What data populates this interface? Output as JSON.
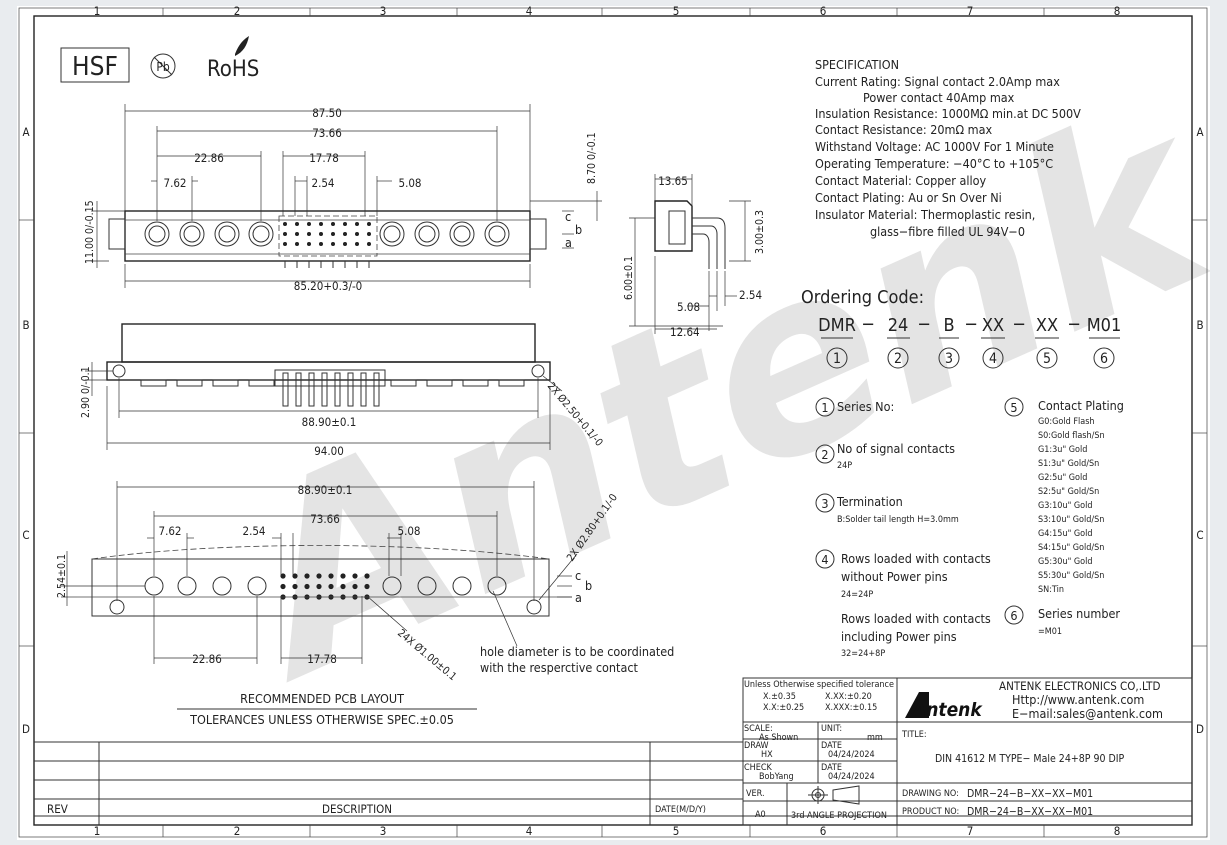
{
  "frame": {
    "columns": [
      "1",
      "2",
      "3",
      "4",
      "5",
      "6",
      "7",
      "8"
    ],
    "rows": [
      "A",
      "B",
      "C",
      "D"
    ]
  },
  "badges": {
    "hsf": "HSF",
    "pb": "Pb",
    "rohs": "RoHS"
  },
  "watermark": "Antenk",
  "top_view": {
    "dims": [
      "87.50",
      "73.66",
      "22.86",
      "17.78",
      "7.62",
      "2.54",
      "5.08",
      "85.20+0.3/-0",
      "11.00 0/-0.15",
      "8.70 0/-0.1"
    ],
    "row_labels": [
      "c",
      "b",
      "a"
    ]
  },
  "side_view": {
    "dims": [
      "13.65",
      "3.00±0.3",
      "6.00±0.1",
      "2.54",
      "5.08",
      "12.64"
    ]
  },
  "front_view": {
    "dims": [
      "2.90 0/-0.1",
      "88.90±0.1",
      "94.00",
      "2X Ø2.50+0.1/-0"
    ]
  },
  "pcb_view": {
    "dims": [
      "88.90±0.1",
      "73.66",
      "7.62",
      "2.54",
      "5.08",
      "2.54±0.1",
      "22.86",
      "17.78",
      "24X Ø1.00±0.1",
      "2X Ø2.80+0.1/-0"
    ],
    "row_labels": [
      "c",
      "b",
      "a"
    ],
    "note": [
      "hole diameter is to be coordinated",
      "with the resperctive contact"
    ],
    "title": "RECOMMENDED PCB LAYOUT",
    "tolerance": "TOLERANCES UNLESS OTHERWISE SPEC.±0.05"
  },
  "specification": {
    "title": "SPECIFICATION",
    "lines": [
      "Current Rating: Signal contact 2.0Amp max",
      "Power contact 40Amp max",
      "Insulation Resistance: 1000MΩ min.at DC 500V",
      "Contact Resistance: 20mΩ max",
      "Withstand Voltage: AC 1000V For 1 Minute",
      "Operating Temperature: −40°C to +105°C",
      "Contact Material: Copper alloy",
      "Contact Plating: Au or Sn Over Ni",
      "Insulator Material: Thermoplastic resin,",
      "glass−fibre filled UL 94V−0"
    ]
  },
  "ordering": {
    "title": "Ordering Code:",
    "parts": [
      "DMR",
      "24",
      "B",
      "XX",
      "XX",
      "M01"
    ],
    "numbers": [
      "1",
      "2",
      "3",
      "4",
      "5",
      "6"
    ],
    "items": {
      "series": {
        "num": "1",
        "title": "Series No:"
      },
      "signal": {
        "num": "2",
        "title": "No of signal contacts",
        "value": "24P"
      },
      "termination": {
        "num": "3",
        "title": "Termination",
        "value": "B:Solder tail length H=3.0mm"
      },
      "rows": {
        "num": "4",
        "title": [
          "Rows loaded with contacts",
          "without Power pins"
        ],
        "value": "24=24P",
        "title2": [
          "Rows loaded with contacts",
          "including Power pins"
        ],
        "value2": "32=24+8P"
      },
      "plating": {
        "num": "5",
        "title": "Contact Plating",
        "options": [
          "G0:Gold Flash",
          "S0:Gold flash/Sn",
          "G1:3u\" Gold",
          "S1:3u\" Gold/Sn",
          "G2:5u\" Gold",
          "S2:5u\" Gold/Sn",
          "G3:10u\" Gold",
          "S3:10u\" Gold/Sn",
          "G4:15u\" Gold",
          "S4:15u\" Gold/Sn",
          "G5:30u\" Gold",
          "S5:30u\" Gold/Sn",
          "SN:Tin"
        ]
      },
      "series_number": {
        "num": "6",
        "title": "Series number",
        "value": "=M01"
      }
    }
  },
  "title_block": {
    "tolerance_title": "Unless Otherwise specified tolerance",
    "tolerances": [
      "X.±0.35",
      "X.XX:±0.20",
      "X.X:±0.25",
      "X.XXX:±0.15"
    ],
    "scale_label": "SCALE:",
    "scale": "As Shown",
    "unit_label": "UNIT:",
    "unit": "mm",
    "draw_label": "DRAW",
    "draw": "HX",
    "date_label": "DATE",
    "date_draw": "04/24/2024",
    "check_label": "CHECK",
    "check": "BobYang",
    "date_check": "04/24/2024",
    "ver_label": "VER.",
    "ver": "A0",
    "projection": "3rd ANGLE PROJECTION",
    "company_logo": "Antenk",
    "company": "ANTENK ELECTRONICS CO,.LTD",
    "http": "Http://www.antenk.com",
    "email": "E−mail:sales@antenk.com",
    "title_label": "TITLE:",
    "title": "DIN 41612 M TYPE− Male 24+8P 90 DIP",
    "drawing_no_label": "DRAWING NO:",
    "drawing_no": "DMR−24−B−XX−XX−M01",
    "product_no_label": "PRODUCT NO:",
    "product_no": "DMR−24−B−XX−XX−M01",
    "rev": "REV",
    "description": "DESCRIPTION",
    "date_col": "DATE(M/D/Y)"
  }
}
